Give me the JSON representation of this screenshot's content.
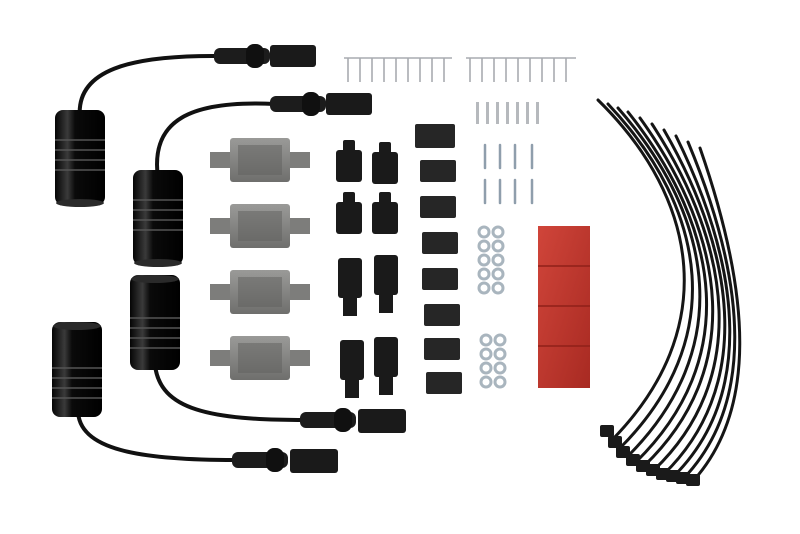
{
  "photo": {
    "background": "#ffffff",
    "subject": "kit-of-parts",
    "colors": {
      "cable": "#111111",
      "body": "#0d0d0d",
      "highlight": "#6a6a6a",
      "plate": "#8a8a88",
      "plate_dark": "#5f5f5d",
      "connector": "#1a1a1a",
      "sleeve": "#2b2b2b",
      "washer": "#b9c4cc",
      "pin": "#b6b9bd",
      "screw": "#9aa8b5",
      "adhesive": "#c8342a"
    },
    "counts": {
      "sensor_modules": 4,
      "mounting_plates": 4,
      "connector_housings": 8,
      "heat_shrink_sleeves": 8,
      "crimp_pin_strips": 2,
      "washer_groups": 2,
      "adhesive_pads": 4,
      "cable_ties": 10
    }
  }
}
